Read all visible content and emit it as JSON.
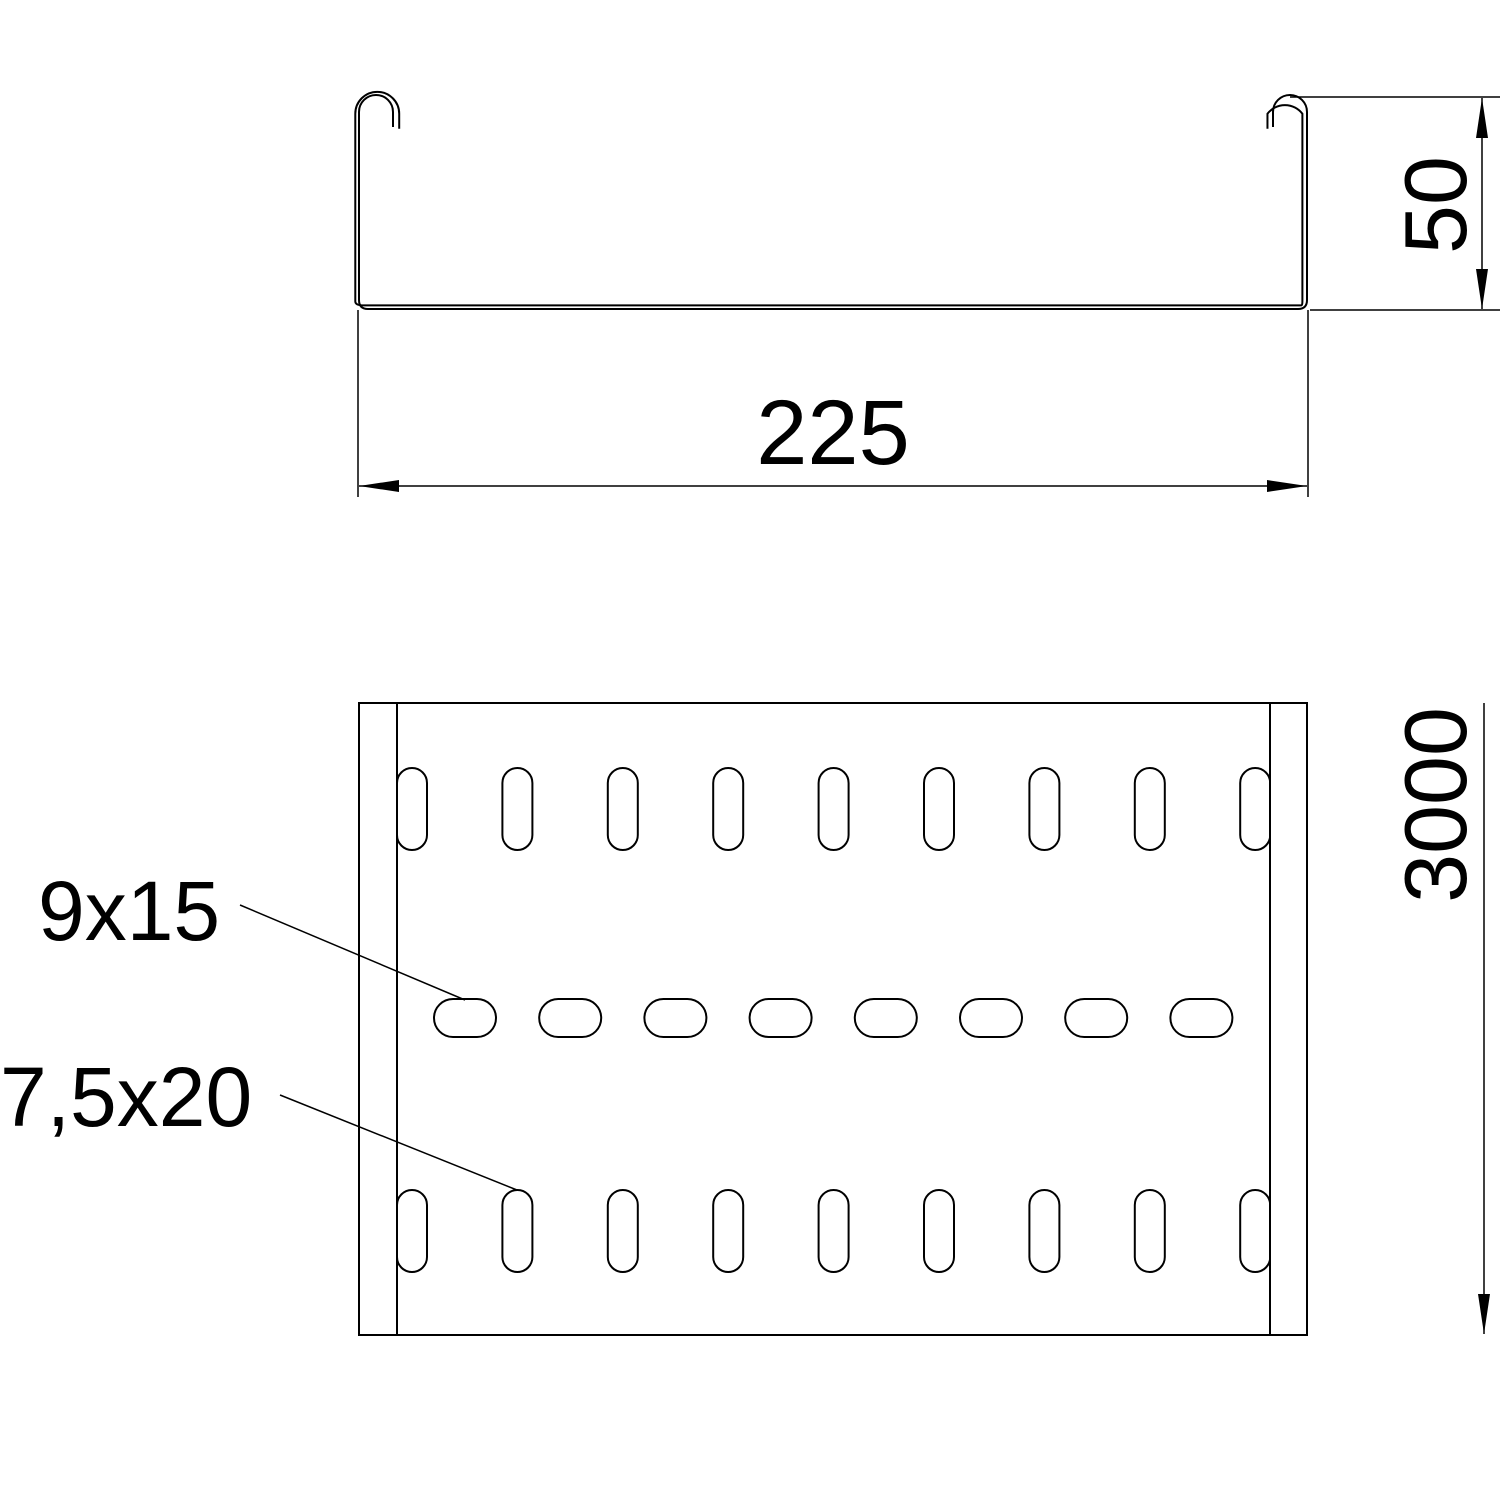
{
  "dimensions": {
    "height": "50",
    "width": "225",
    "length": "3000"
  },
  "labels": {
    "slot_horizontal": "9x15",
    "slot_vertical": "7,5x20"
  },
  "colors": {
    "line": "#000000",
    "background": "#ffffff"
  }
}
